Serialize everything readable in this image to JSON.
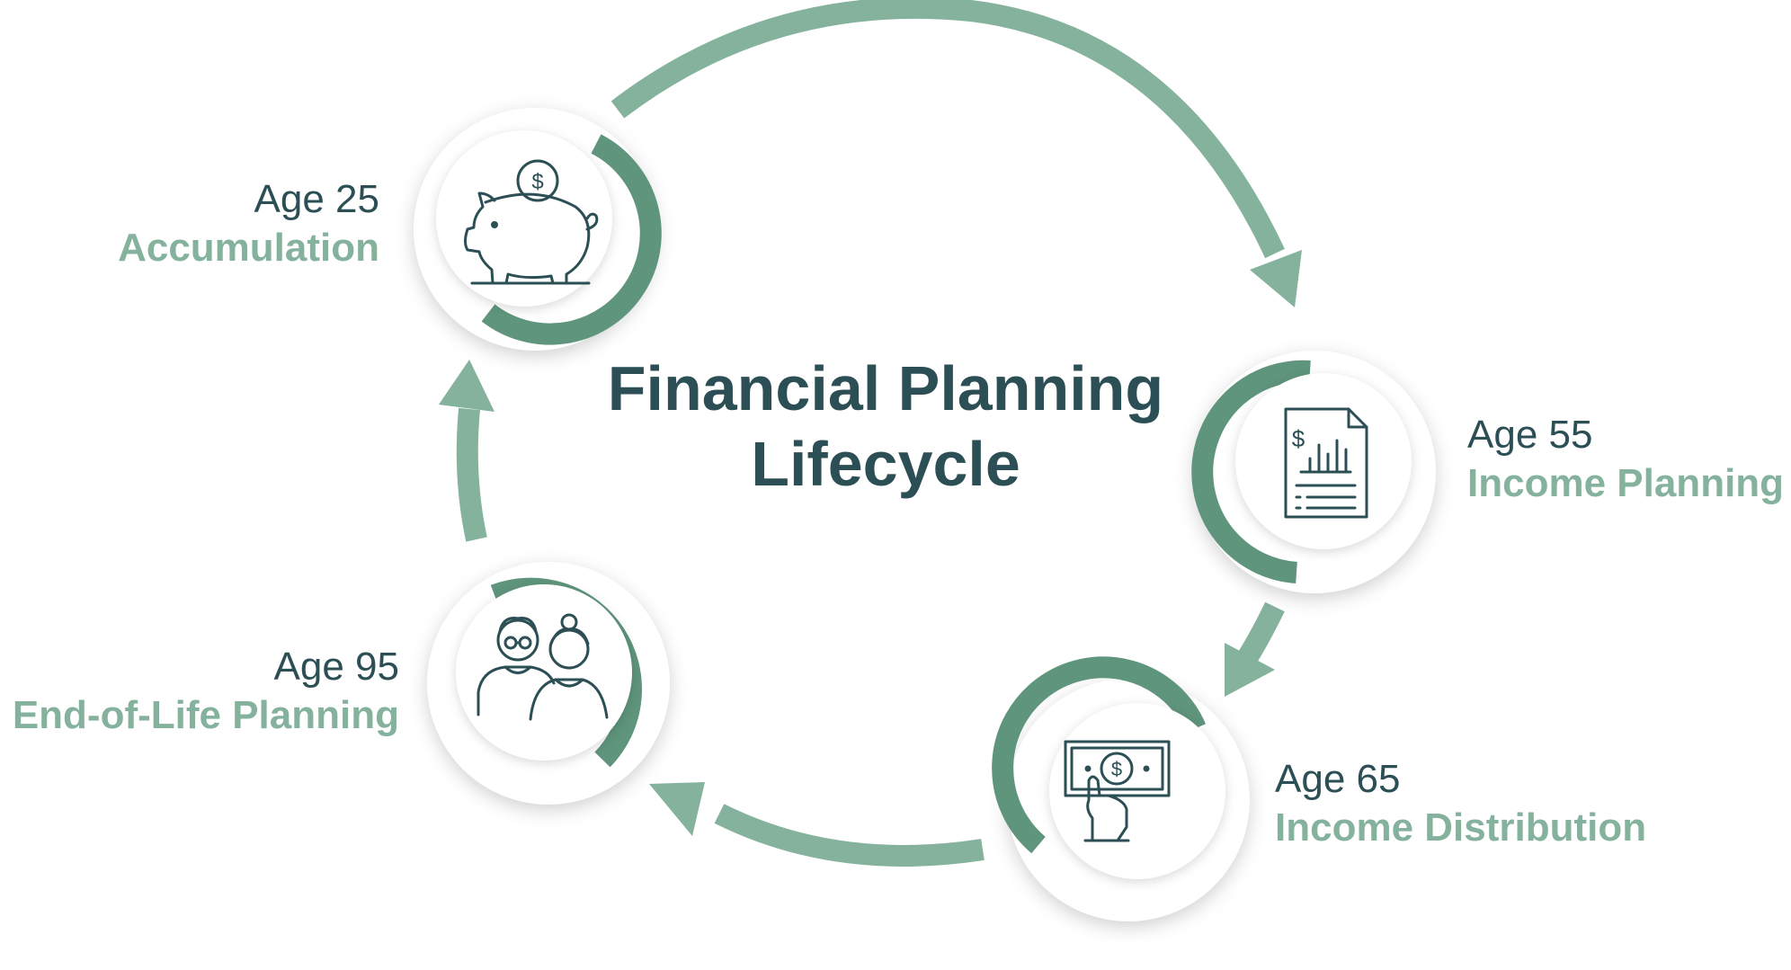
{
  "title": {
    "line1": "Financial Planning",
    "line2": "Lifecycle"
  },
  "colors": {
    "accent": "#84b29c",
    "ring_dark": "#5f957c",
    "text_dark": "#2b4f55",
    "icon": "#2b4f55"
  },
  "stages": [
    {
      "age": "Age 25",
      "name": "Accumulation",
      "icon": "piggy-bank-icon"
    },
    {
      "age": "Age 55",
      "name": "Income Planning",
      "icon": "financial-report-icon"
    },
    {
      "age": "Age 65",
      "name": "Income Distribution",
      "icon": "cash-in-hand-icon"
    },
    {
      "age": "Age 95",
      "name": "End-of-Life Planning",
      "icon": "elderly-couple-icon"
    }
  ]
}
